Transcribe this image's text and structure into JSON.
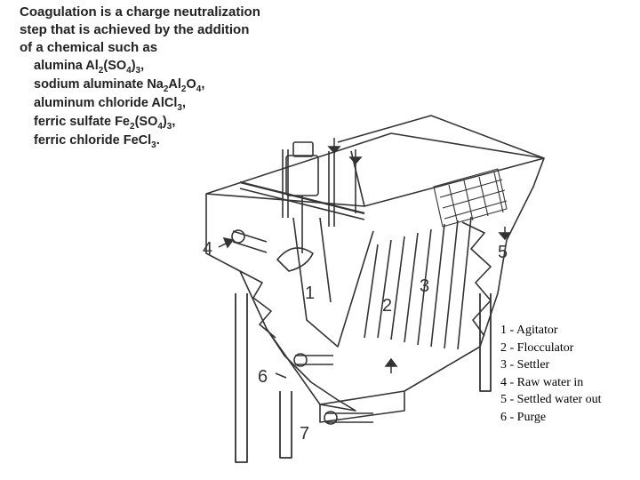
{
  "intro": {
    "lines": [
      "Coagulation is a charge neutralization",
      "step that is achieved by the addition",
      "of a chemical such as"
    ],
    "chemicals": [
      {
        "name": "alumina",
        "formula": [
          [
            "Al",
            ""
          ],
          [
            "2",
            "sub"
          ],
          [
            "(SO",
            ""
          ],
          [
            "4",
            "sub"
          ],
          [
            ")",
            ""
          ],
          [
            "3",
            "sub"
          ],
          [
            ",",
            ""
          ]
        ]
      },
      {
        "name": "sodium aluminate",
        "formula": [
          [
            "Na",
            ""
          ],
          [
            "2",
            "sub"
          ],
          [
            "Al",
            ""
          ],
          [
            "2",
            "sub"
          ],
          [
            "O",
            ""
          ],
          [
            "4",
            "sub"
          ],
          [
            ",",
            ""
          ]
        ]
      },
      {
        "name": "aluminum chloride",
        "formula": [
          [
            "AlCl",
            ""
          ],
          [
            "3",
            "sub"
          ],
          [
            ",",
            ""
          ]
        ]
      },
      {
        "name": "ferric sulfate",
        "formula": [
          [
            "Fe",
            ""
          ],
          [
            "2",
            "sub"
          ],
          [
            "(SO",
            ""
          ],
          [
            "4",
            "sub"
          ],
          [
            ")",
            ""
          ],
          [
            "3",
            "sub"
          ],
          [
            ",",
            ""
          ]
        ]
      },
      {
        "name": "ferric chloride",
        "formula": [
          [
            "FeCl",
            ""
          ],
          [
            "3",
            "sub"
          ],
          [
            ".",
            ""
          ]
        ]
      }
    ]
  },
  "legend": {
    "items": [
      "1 - Agitator",
      "2 - Flocculator",
      "3 - Settler",
      "4 - Raw water in",
      "5 - Settled water out",
      "6 - Purge"
    ]
  },
  "diagram": {
    "labels": [
      "1",
      "2",
      "3",
      "4",
      "5",
      "6",
      "7"
    ]
  }
}
